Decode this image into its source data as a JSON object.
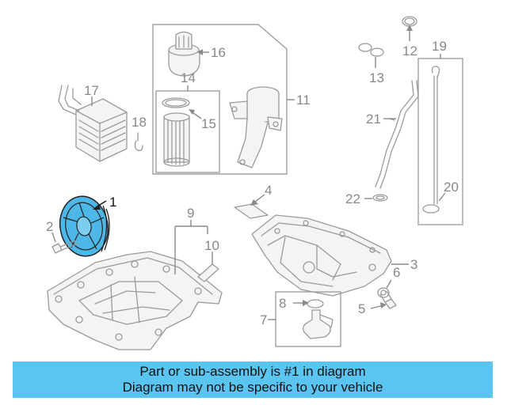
{
  "callouts": [
    {
      "id": "c1",
      "label": "1",
      "highlight": true
    },
    {
      "id": "c2",
      "label": "2"
    },
    {
      "id": "c3",
      "label": "3"
    },
    {
      "id": "c4",
      "label": "4"
    },
    {
      "id": "c5",
      "label": "5"
    },
    {
      "id": "c6",
      "label": "6"
    },
    {
      "id": "c7",
      "label": "7"
    },
    {
      "id": "c8",
      "label": "8"
    },
    {
      "id": "c9",
      "label": "9"
    },
    {
      "id": "c10",
      "label": "10"
    },
    {
      "id": "c11",
      "label": "11"
    },
    {
      "id": "c12",
      "label": "12"
    },
    {
      "id": "c13",
      "label": "13"
    },
    {
      "id": "c14",
      "label": "14"
    },
    {
      "id": "c15",
      "label": "15"
    },
    {
      "id": "c16",
      "label": "16"
    },
    {
      "id": "c17",
      "label": "17"
    },
    {
      "id": "c18",
      "label": "18"
    },
    {
      "id": "c19",
      "label": "19"
    },
    {
      "id": "c20",
      "label": "20"
    },
    {
      "id": "c21",
      "label": "21"
    },
    {
      "id": "c22",
      "label": "22"
    }
  ],
  "colors": {
    "highlight_part": "#4db8e8",
    "banner_background": "#5bc5f2",
    "line_gray": "#9a9a9a"
  },
  "banner": {
    "line1": "Part or sub-assembly is #1 in diagram",
    "line2": "Diagram may not be specific to your vehicle"
  }
}
